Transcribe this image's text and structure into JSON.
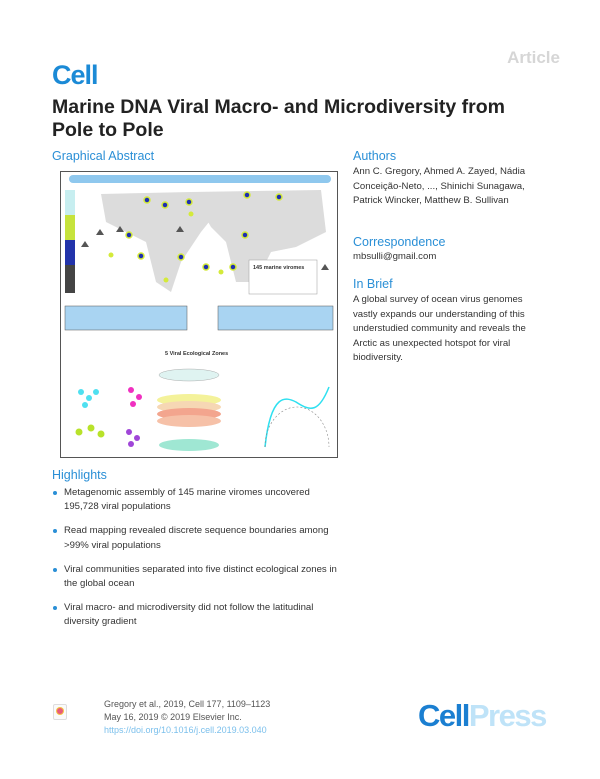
{
  "header": {
    "article_label": "Article",
    "journal_logo": "Cell"
  },
  "title": "Marine DNA Viral Macro- and Microdiversity from Pole to Pole",
  "graphical_abstract": {
    "heading": "Graphical Abstract",
    "zones_title": "5 Viral Ecological Zones",
    "marker_label": "145 marine viromes"
  },
  "authors": {
    "heading": "Authors",
    "text": "Ann C. Gregory, Ahmed A. Zayed, Nádia Conceição-Neto, ..., Shinichi Sunagawa, Patrick Wincker, Matthew B. Sullivan"
  },
  "correspondence": {
    "heading": "Correspondence",
    "email": "mbsulli@gmail.com"
  },
  "in_brief": {
    "heading": "In Brief",
    "text": "A global survey of ocean virus genomes vastly expands our understanding of this understudied community and reveals the Arctic as unexpected hotspot for viral biodiversity."
  },
  "highlights": {
    "heading": "Highlights",
    "items": [
      "Metagenomic assembly of 145 marine viromes uncovered 195,728 viral populations",
      "Read mapping revealed discrete sequence boundaries among >99% viral populations",
      "Viral communities separated into five distinct ecological zones in the global ocean",
      "Viral macro- and microdiversity did not follow the latitudinal diversity gradient"
    ]
  },
  "footer": {
    "citation": "Gregory et al., 2019, Cell 177, 1109–1123",
    "date": "May 16, 2019 © 2019 Elsevier Inc.",
    "doi": "https://doi.org/10.1016/j.cell.2019.03.040",
    "publisher_logo_a": "Cell",
    "publisher_logo_b": "Press"
  },
  "colors": {
    "accent": "#2a8fd6",
    "logo": "#1b8ad6"
  }
}
